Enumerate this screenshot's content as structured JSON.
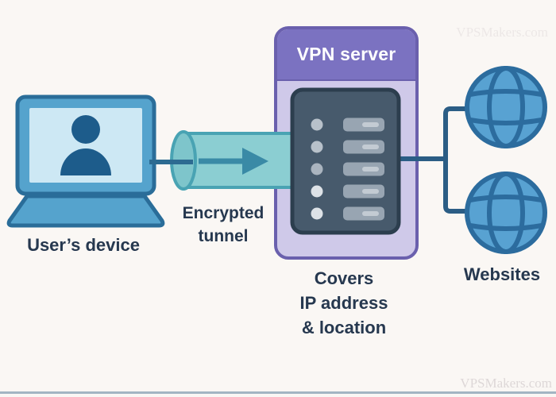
{
  "vpn_box": {
    "title": "VPN server"
  },
  "labels": {
    "device": "User’s device",
    "tunnel_line1": "Encrypted",
    "tunnel_line2": "tunnel",
    "caption_line1": "Covers",
    "caption_line2": "IP address",
    "caption_line3": "& location",
    "websites": "Websites"
  },
  "watermark": {
    "text": "VPSMakers.com"
  },
  "icons": {
    "laptop": "laptop-icon",
    "user": "user-avatar-icon",
    "tunnel": "tunnel-cylinder-icon",
    "arrow": "arrow-right-icon",
    "server": "server-rack-icon",
    "globe": "globe-icon"
  },
  "colors": {
    "background": "#faf7f4",
    "box_header": "#7b72c1",
    "box_body": "#cfc9e9",
    "box_border": "#6a60ad",
    "rack_body": "#475a6c",
    "rack_border": "#2c3e4e",
    "laptop_blue": "#55a3cd",
    "laptop_border": "#2a6d99",
    "screen": "#cde8f4",
    "person": "#1d5c8b",
    "tunnel_fill": "#8bced2",
    "tunnel_border": "#49a3b3",
    "arrow": "#3a8aa6",
    "line_left": "#2d6b91",
    "line_right": "#2b5d85",
    "globe_fill": "#58a2d2",
    "globe_stroke": "#2c6c9e",
    "text": "#26384f",
    "title_text": "#ffffff",
    "bottom_rule": "#a3b5c3"
  }
}
